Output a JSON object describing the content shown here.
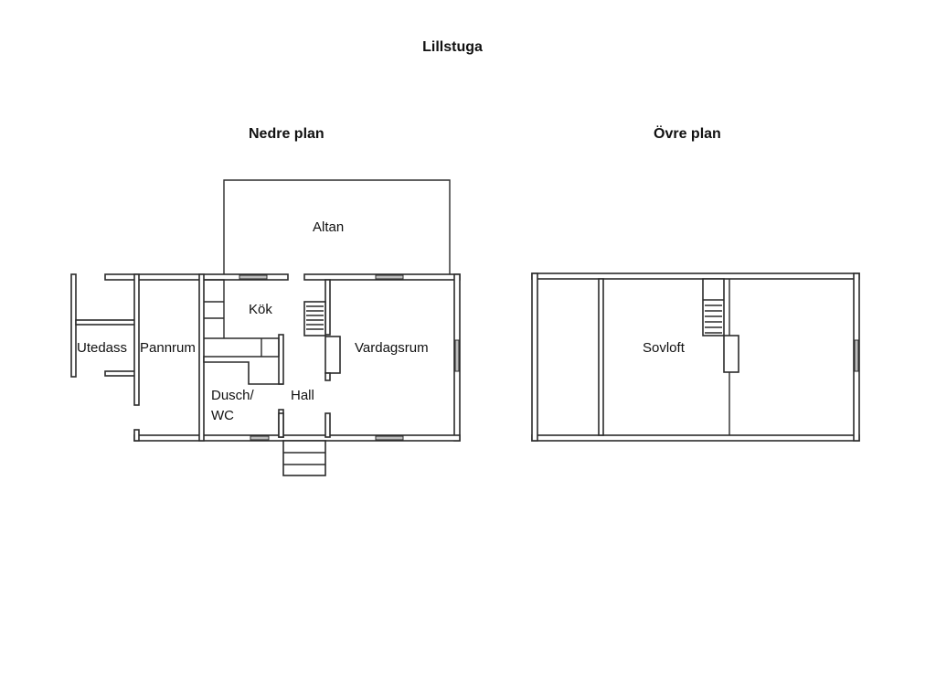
{
  "title": "Lillstuga",
  "lower_floor": {
    "heading": "Nedre plan",
    "rooms": {
      "altan": "Altan",
      "kok": "Kök",
      "vardagsrum": "Vardagsrum",
      "utedass": "Utedass",
      "pannrum": "Pannrum",
      "dusch_line1": "Dusch/",
      "dusch_line2": "WC",
      "hall": "Hall"
    }
  },
  "upper_floor": {
    "heading": "Övre plan",
    "rooms": {
      "sovloft": "Sovloft"
    }
  },
  "colors": {
    "wall": "#2b2b2b",
    "window": "#bdbdbd",
    "background": "#ffffff"
  }
}
